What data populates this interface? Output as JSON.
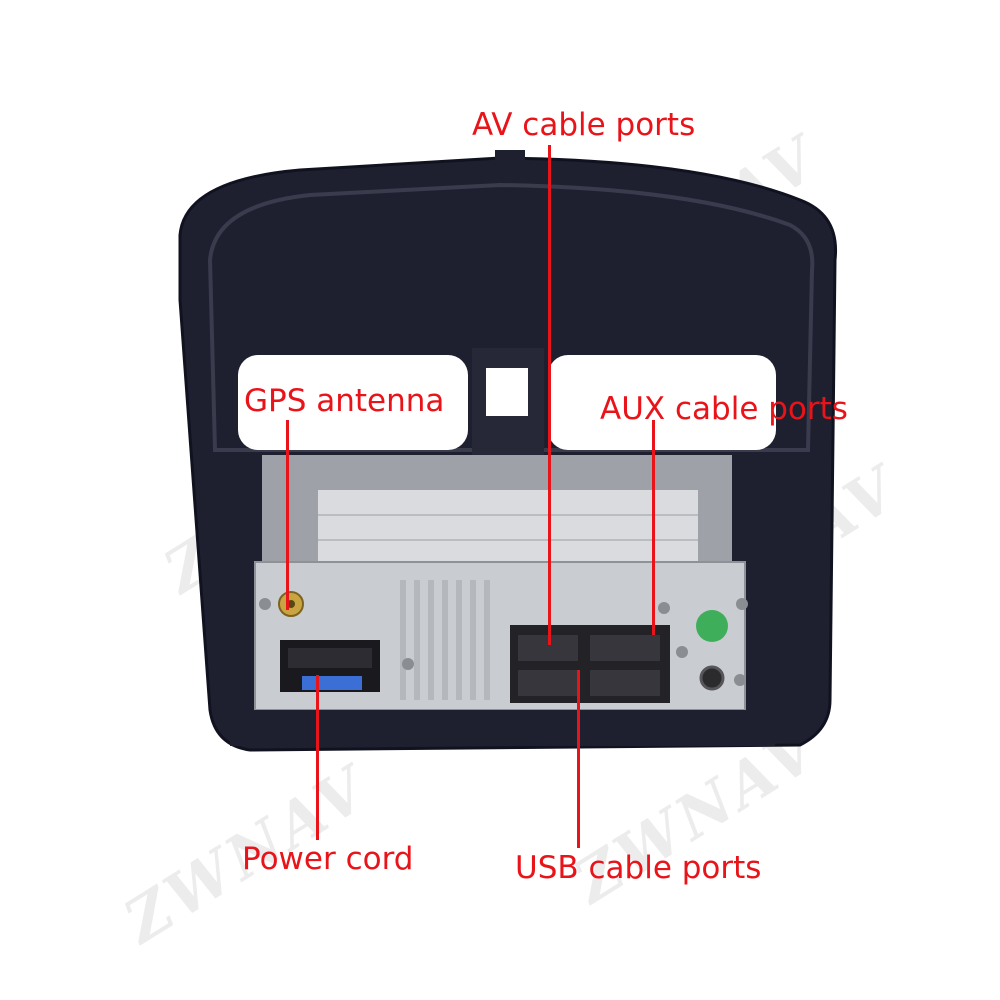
{
  "labels": {
    "av_ports": "AV cable ports",
    "gps_antenna": "GPS antenna",
    "aux_ports": "AUX cable ports",
    "power_cord": "Power cord",
    "usb_ports": "USB cable ports"
  },
  "watermark": "ZWNAV",
  "colors": {
    "callout": "#e8141a",
    "bezel": "#1e2030",
    "chassis": "#c9ccd0",
    "background": "#ffffff"
  }
}
